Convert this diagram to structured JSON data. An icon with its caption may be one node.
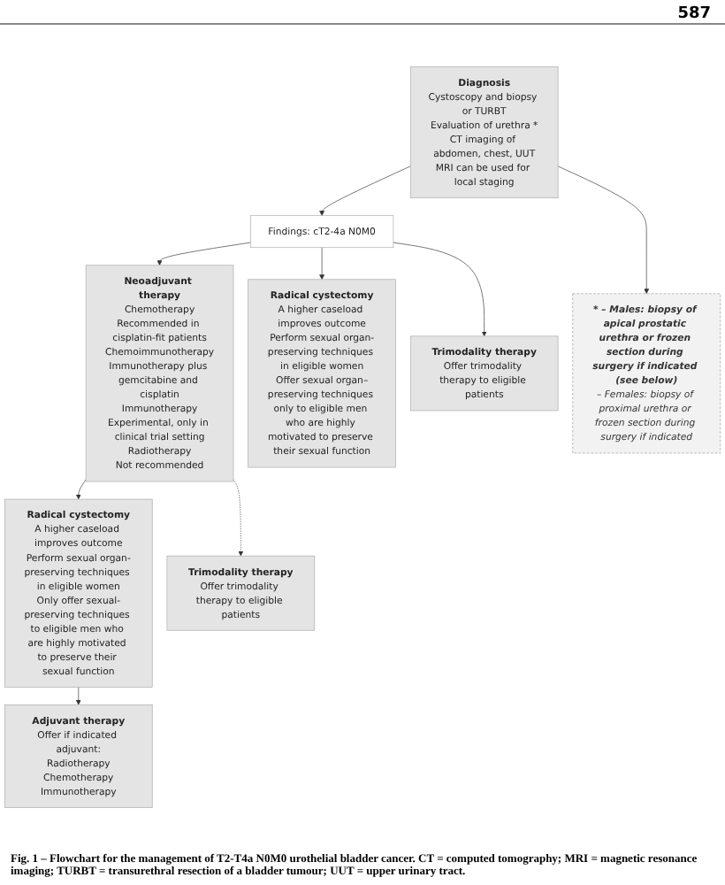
{
  "diagram": {
    "caption": "Fig. 1 – Flowchart for the management of T2-T4a N0M0 urothelial bladder cancer. CT = computed tomography; MRI = magnetic resonance imaging; TURBT = transurethral resection of a bladder tumour; UUT = upper urinary tract.",
    "nodes": [
      {
        "text": [
          "Diagnosis",
          "Cystoscopy and biopsy or TURBT",
          "Evaluation of urethra *",
          "CT imaging of abdomen, chest, UUT",
          "MRI can be used for local staging"
        ]
      },
      {
        "text": [
          "* – Males: biopsy of apical prostatic urethra or frozen section during surgery if indicated (see below)",
          "– Females: biopsy of proximal urethra or frozen section during surgery if indicated"
        ]
      },
      {
        "text": [
          "Findings: cT2-4a N0M0"
        ]
      },
      {
        "text": [
          "Neoadjuvant therapy",
          "Chemotherapy",
          "Recommended in cisplatin-fit patients",
          "Chemoimmunotherapy",
          "Immunotherapy plus gemcitabine and cisplatin",
          "Immunotherapy",
          "Experimental, only in clinical trial setting",
          "Radiotherapy",
          "Not recommended"
        ]
      },
      {
        "text": [
          "Radical cystectomy",
          "A higher caseload improves outcome",
          "Perform sexual organ-preserving techniques in eligible women",
          "Offer sexual organ–preserving techniques only to eligible men who are highly motivated to preserve their sexual function"
        ]
      },
      {
        "text": [
          "Trimodality therapy",
          "Offer trimodality therapy to eligible patients"
        ]
      },
      {
        "text": [
          "Radical cystectomy",
          "A higher caseload improves outcome",
          "Perform sexual organ-preserving techniques in eligible women",
          "Only offer sexual-preserving techniques to eligible men who are highly motivated to preserve their sexual function"
        ]
      },
      {
        "text": [
          "Trimodality therapy",
          "Offer trimodality therapy to eligible patients"
        ]
      },
      {
        "text": [
          "Adjuvant therapy",
          "Offer if indicated adjuvant:",
          "Radiotherapy",
          "Chemotherapy",
          "Immunotherapy"
        ]
      }
    ],
    "edges": [
      {
        "from": 0,
        "to": 1,
        "arrow": "to"
      },
      {
        "from": 0,
        "to": 2,
        "arrow": "to"
      },
      {
        "from": 2,
        "to": 3,
        "arrow": "to"
      },
      {
        "from": 2,
        "to": 4,
        "arrow": "to"
      },
      {
        "from": 2,
        "to": 5,
        "arrow": "to"
      },
      {
        "from": 3,
        "to": 6,
        "arrow": "to"
      },
      {
        "from": 3,
        "to": 7,
        "arrow": "to",
        "style": "dashed"
      },
      {
        "from": 6,
        "to": 8,
        "arrow": "to"
      }
    ],
    "labels": [
      "587"
    ]
  }
}
